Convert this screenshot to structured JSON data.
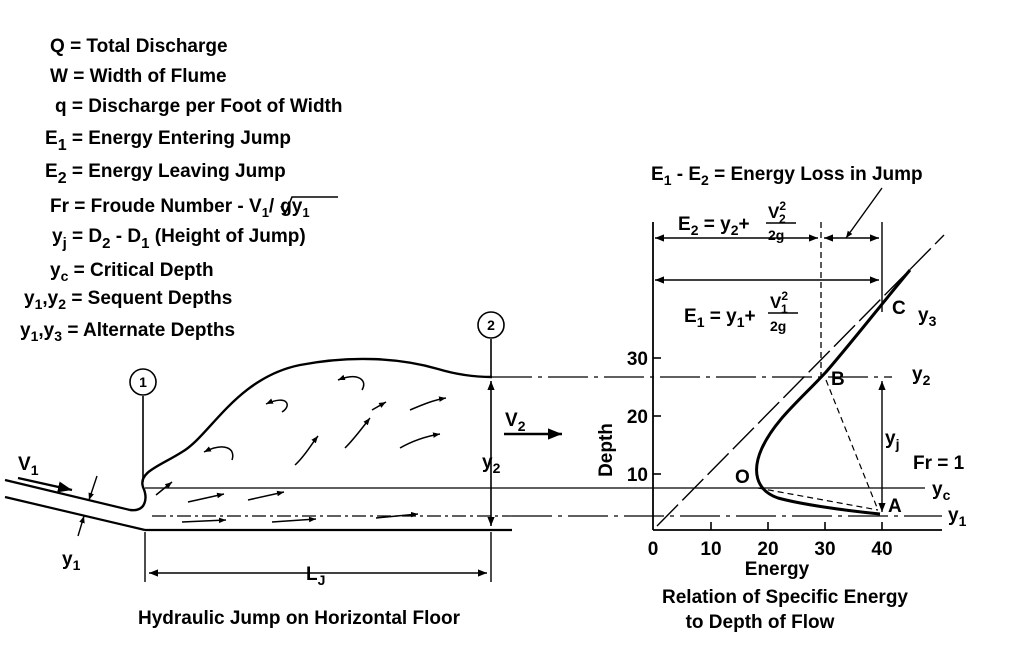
{
  "definitions": [
    {
      "sym": "Q",
      "text": "= Total Discharge"
    },
    {
      "sym": "W",
      "text": "= Width of Flume"
    },
    {
      "sym": "q",
      "text": "= Discharge per Foot of Width"
    },
    {
      "sym": "E",
      "sub": "1",
      "text": "= Energy Entering Jump"
    },
    {
      "sym": "E",
      "sub": "2",
      "text": "= Energy Leaving Jump"
    },
    {
      "sym": "Fr",
      "text": "= Froude Number -",
      "formula": {
        "v": "V",
        "vsub": "1",
        "sl": "/",
        "sqrt": "gy",
        "sqsub": "1"
      }
    },
    {
      "sym": "y",
      "sub": "j",
      "text": "=",
      "parts": [
        {
          "t": "D",
          "s": "2"
        },
        {
          "t": " - "
        },
        {
          "t": "D",
          "s": "1"
        }
      ],
      "tail": " (Height of Jump)"
    },
    {
      "sym": "y",
      "sub": "c",
      "text": "= Critical Depth"
    },
    {
      "sym": "y",
      "sub": "1",
      "sep": ",",
      "sym2": "y",
      "sub2": "2",
      "text": "= Sequent Depths"
    },
    {
      "sym": "y",
      "sub": "1",
      "sep": ",",
      "sym2": "y",
      "sub2": "3",
      "text": "= Alternate Depths"
    }
  ],
  "jump": {
    "station1": "1",
    "station2": "2",
    "v1": {
      "t": "V",
      "s": "1"
    },
    "v2": {
      "t": "V",
      "s": "2"
    },
    "y1": {
      "t": "y",
      "s": "1"
    },
    "y2": {
      "t": "y",
      "s": "2"
    },
    "lj": {
      "t": "L",
      "s": "J"
    },
    "caption": "Hydraulic Jump on Horizontal Floor"
  },
  "energy_chart": {
    "title": "E₁ - E₂ = Energy Loss in Jump",
    "title_parts": {
      "e": "E",
      "s1": "1",
      "mid": " - E",
      "s2": "2",
      "rest": " = Energy Loss in Jump"
    },
    "e2_eq": {
      "lhs": "E",
      "lhs_sub": "2",
      "eq": " = y",
      "y_sub": "2",
      "plus": "+",
      "num": "V",
      "num_sup": "2",
      "num_sub": "2",
      "den": "2g"
    },
    "e1_eq": {
      "lhs": "E",
      "lhs_sub": "1",
      "eq": " = y",
      "y_sub": "1",
      "plus": "+",
      "num": "V",
      "num_sup": "2",
      "num_sub": "1",
      "den": "2g"
    },
    "xlabel": "Energy",
    "ylabel": "Depth",
    "xticks": [
      "0",
      "10",
      "20",
      "30",
      "40"
    ],
    "yticks": [
      "10",
      "20",
      "30"
    ],
    "points": {
      "B": "B",
      "C": "C",
      "O": "O",
      "A": "A"
    },
    "labels": {
      "y3": {
        "t": "y",
        "s": "3"
      },
      "y2": {
        "t": "y",
        "s": "2"
      },
      "yj": {
        "t": "y",
        "s": "j"
      },
      "yc": {
        "t": "y",
        "s": "c"
      },
      "y1": {
        "t": "y",
        "s": "1"
      },
      "fr": "Fr = 1"
    },
    "caption_line1": "Relation of Specific Energy",
    "caption_line2": "to Depth of Flow"
  }
}
